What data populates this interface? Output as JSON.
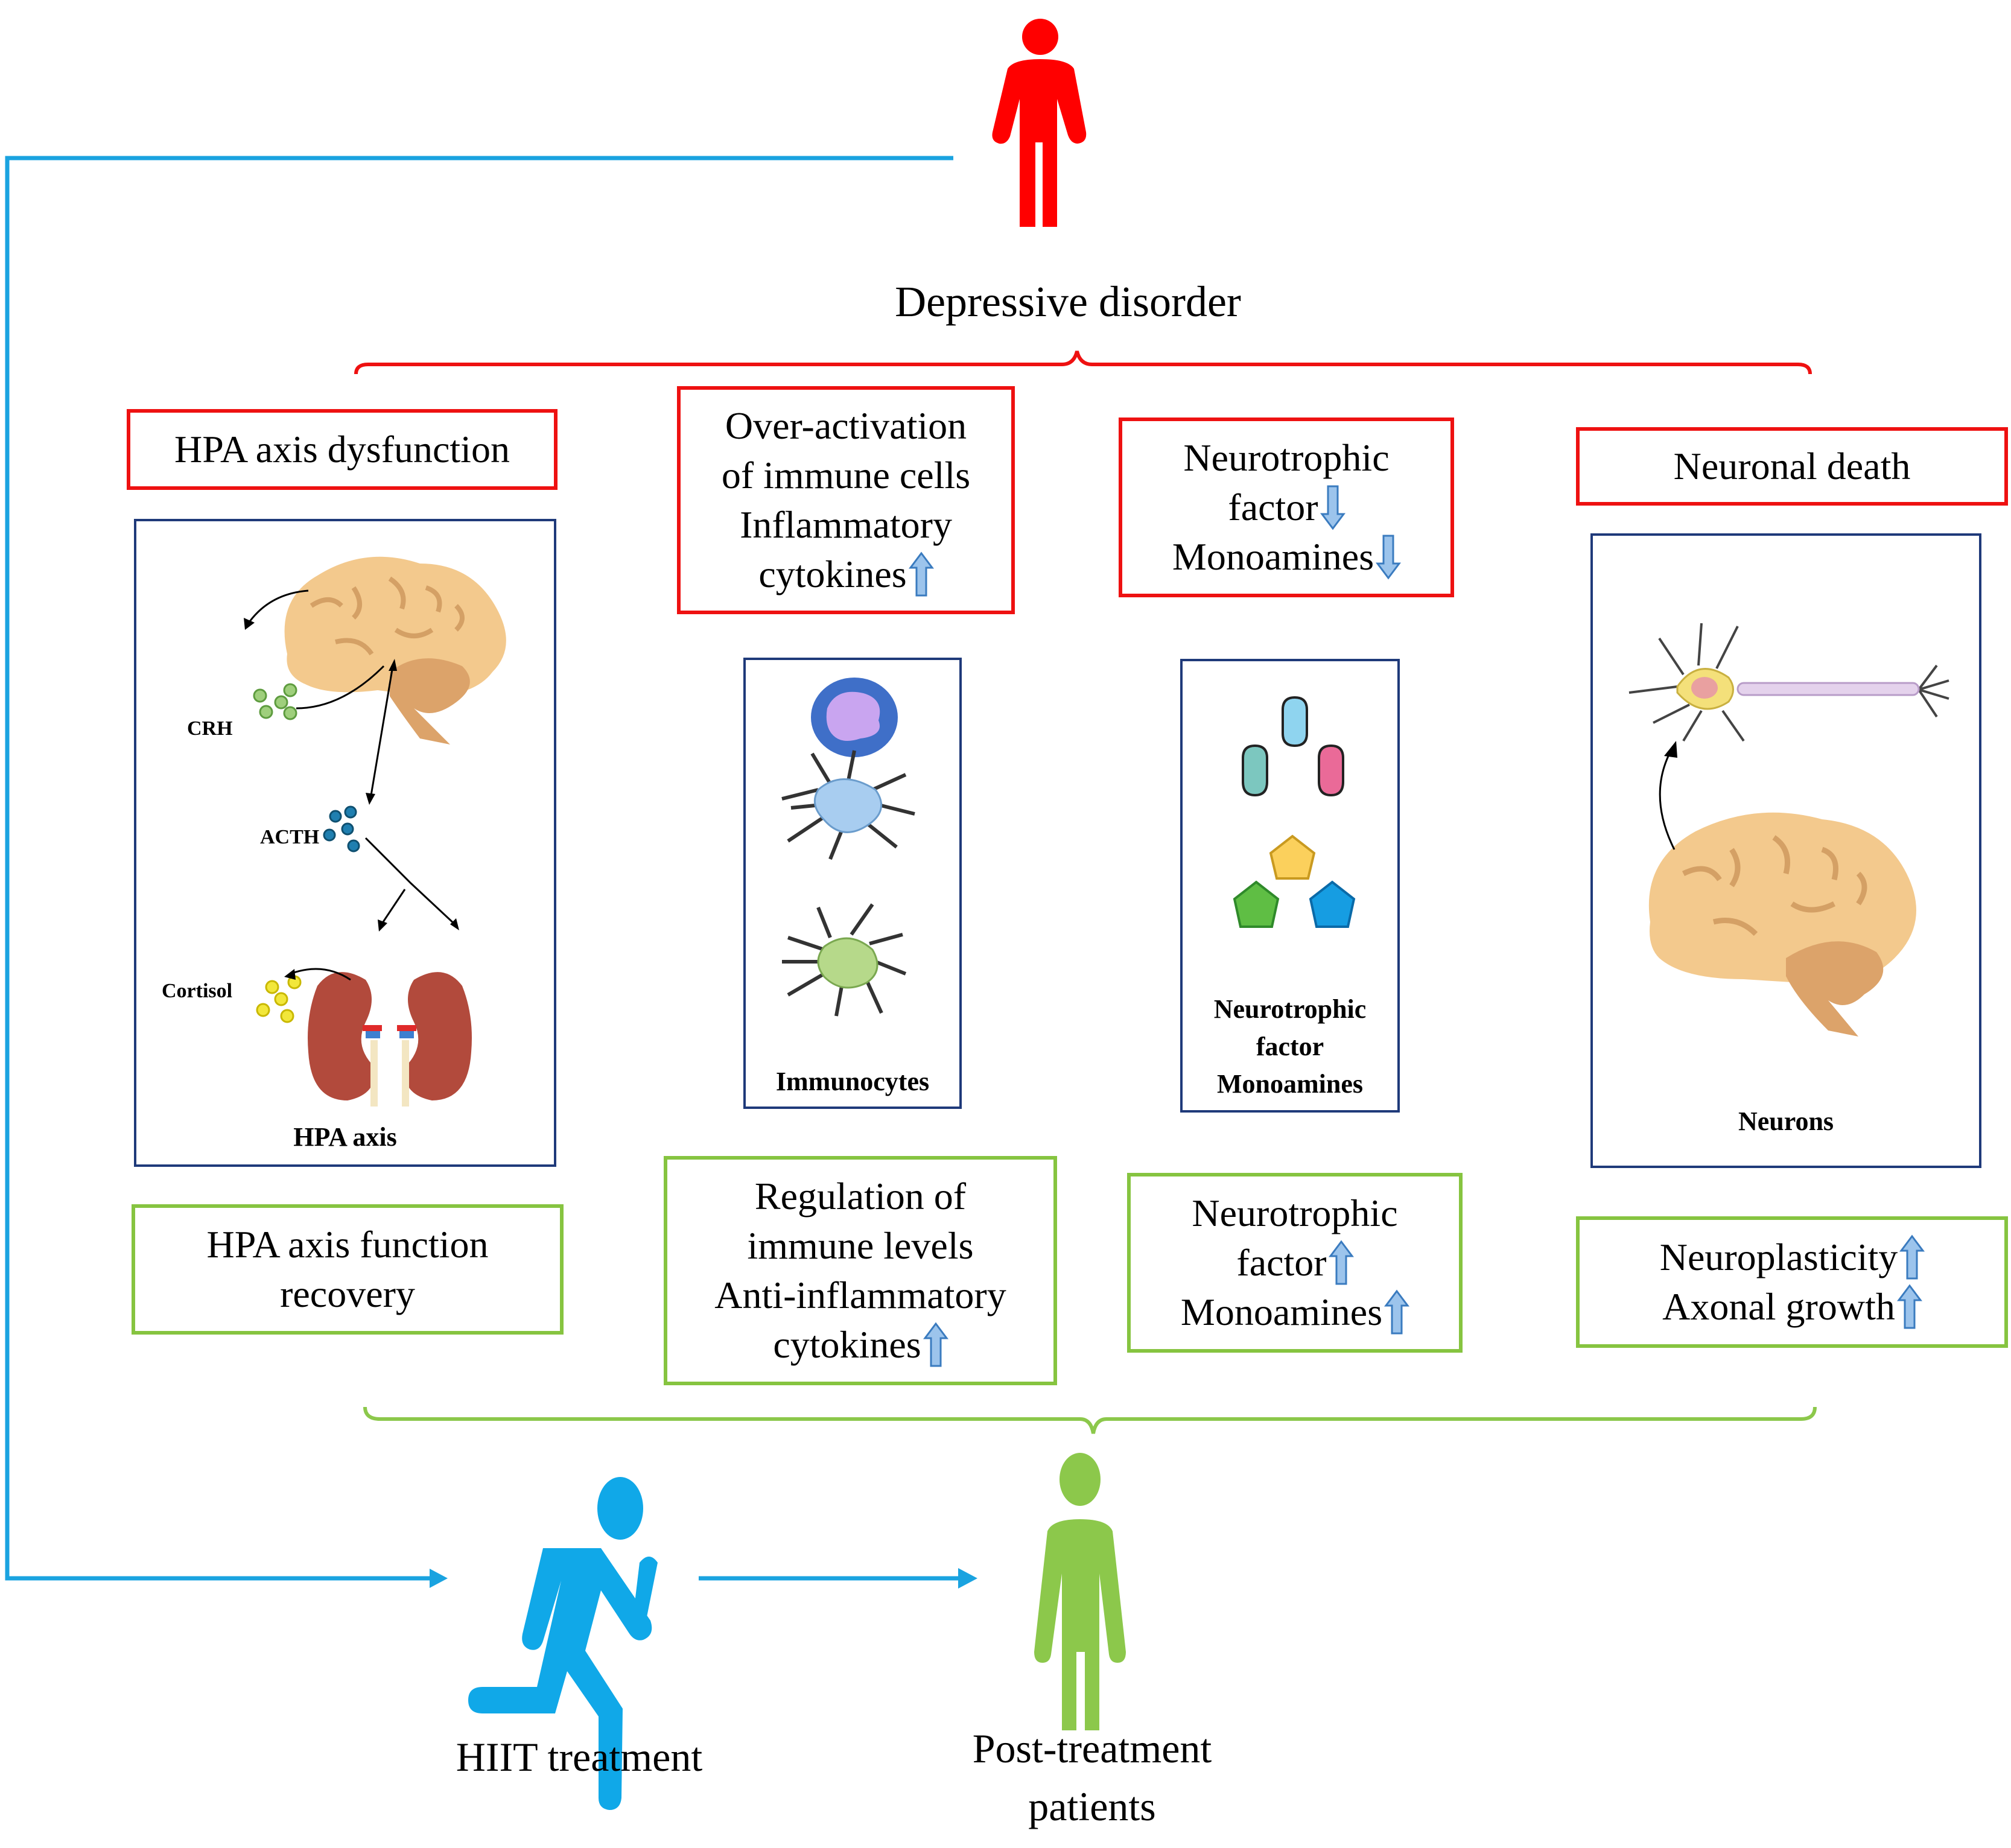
{
  "title": "Depressive disorder",
  "colors": {
    "problem_border": "#ee1111",
    "outcome_border": "#86c440",
    "panel_border": "#1f3a7a",
    "flow_line": "#1aa3e0",
    "patient_figure": "#ff0000",
    "runner_figure": "#10a8e8",
    "recovered_figure": "#8cc84b",
    "updown_arrow": "#7fb2e0"
  },
  "columns": [
    {
      "problem": {
        "lines": [
          {
            "text": "HPA axis dysfunction"
          }
        ]
      },
      "panel": {
        "caption": "HPA axis",
        "labels": {
          "crh": "CRH",
          "acth": "ACTH",
          "cortisol": "Cortisol"
        },
        "icons": [
          "brain-icon",
          "crh-molecules-icon",
          "acth-molecules-icon",
          "cortisol-molecules-icon",
          "kidneys-icon"
        ]
      },
      "outcome": {
        "lines": [
          {
            "text": "HPA axis function"
          },
          {
            "text": "recovery"
          }
        ]
      }
    },
    {
      "problem": {
        "lines": [
          {
            "text": "Over-activation"
          },
          {
            "text": "of immune cells"
          },
          {
            "text": "Inflammatory"
          },
          {
            "text": "cytokines",
            "arrow": "up"
          }
        ]
      },
      "panel": {
        "caption": "Immunocytes",
        "icons": [
          "lymphocyte-icon",
          "dendritic-cell-blue-icon",
          "dendritic-cell-green-icon"
        ]
      },
      "outcome": {
        "lines": [
          {
            "text": "Regulation of"
          },
          {
            "text": "immune levels"
          },
          {
            "text": "Anti-inflammatory"
          },
          {
            "text": "cytokines",
            "arrow": "up"
          }
        ]
      }
    },
    {
      "problem": {
        "lines": [
          {
            "text": "Neurotrophic"
          },
          {
            "text": "factor",
            "arrow": "down"
          },
          {
            "text": "Monoamines",
            "arrow": "down"
          }
        ]
      },
      "panel": {
        "caption_lines": [
          "Neurotrophic",
          "factor",
          "Monoamines"
        ],
        "icons": [
          "neurotrophic-molecule-blue-icon",
          "neurotrophic-molecule-teal-icon",
          "neurotrophic-molecule-pink-icon",
          "monoamine-pentagon-yellow-icon",
          "monoamine-pentagon-green-icon",
          "monoamine-pentagon-blue-icon"
        ]
      },
      "outcome": {
        "lines": [
          {
            "text": "Neurotrophic"
          },
          {
            "text": "factor",
            "arrow": "up"
          },
          {
            "text": "Monoamines",
            "arrow": "up"
          }
        ]
      }
    },
    {
      "problem": {
        "lines": [
          {
            "text": "Neuronal death"
          }
        ]
      },
      "panel": {
        "caption": "Neurons",
        "icons": [
          "neuron-icon",
          "brain-icon"
        ]
      },
      "outcome": {
        "lines": [
          {
            "text": "Neuroplasticity",
            "arrow": "up"
          },
          {
            "text": "Axonal growth",
            "arrow": "up"
          }
        ]
      }
    }
  ],
  "bottom": {
    "treatment_label": "HIIT treatment",
    "result_label_lines": [
      "Post-treatment",
      "patients"
    ]
  }
}
